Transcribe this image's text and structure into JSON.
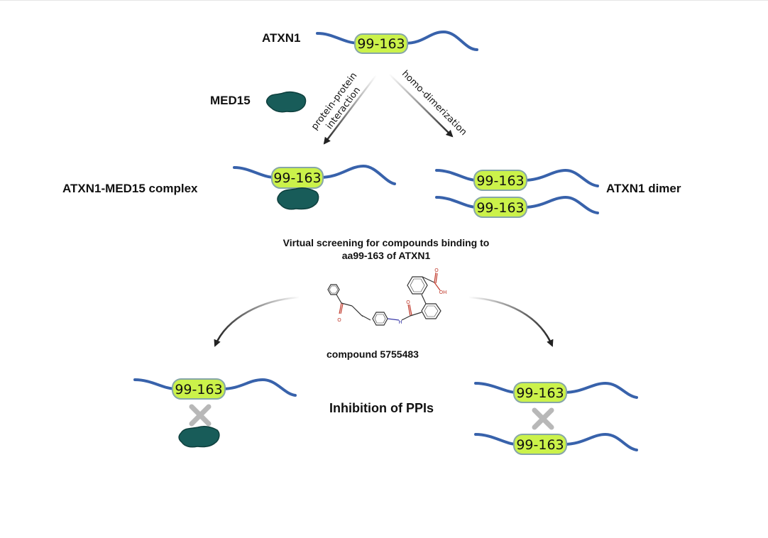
{
  "colors": {
    "strand": "#3862ab",
    "domain_fill": "#cbf24a",
    "domain_stroke": "#86a6a8",
    "med15": "#185c59",
    "med15_dark": "#0e3f3d",
    "cross": "#b8b8b8",
    "arrow": "#222222"
  },
  "icons": {
    "protein": "med15-blob-icon",
    "inhibit": "x-cross-icon",
    "compound": "chemical-structure-icon"
  },
  "labels": {
    "atxn1": "ATXN1",
    "med15": "MED15",
    "complex": "ATXN1-MED15 complex",
    "dimer": "ATXN1 dimer",
    "screening_line1": "Virtual screening for compounds binding to",
    "screening_line2": "aa99-163 of ATXN1",
    "compound": "compound 5755483",
    "inhibition": "Inhibition of PPIs",
    "ppi_line1": "protein-protein",
    "ppi_line2": "interaction",
    "homo": "homo-dimerization",
    "domain": "99-163",
    "chem_o_ketone": "O",
    "chem_nh": "H",
    "chem_o_amide": "O",
    "chem_o_acid": "O",
    "chem_oh": "OH"
  }
}
